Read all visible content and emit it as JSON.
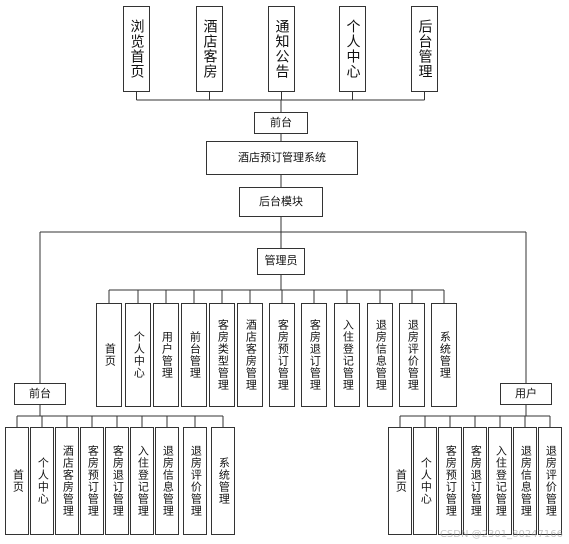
{
  "diagram": {
    "top_modules": [
      "浏览首页",
      "酒店客房",
      "通知公告",
      "个人中心",
      "后台管理"
    ],
    "front_label": "前台",
    "system_title": "酒店预订管理系统",
    "backend_label": "后台模块",
    "admin_label": "管理员",
    "admin_modules": [
      "首页",
      "个人中心",
      "用户管理",
      "前台管理",
      "客房类型管理",
      "酒店客房管理",
      "客房预订管理",
      "客房退订管理",
      "入住登记管理",
      "退房信息管理",
      "退房评价管理",
      "系统管理"
    ],
    "front_desk_label": "前台",
    "front_desk_modules": [
      "首页",
      "个人中心",
      "酒店客房管理",
      "客房预订管理",
      "客房退订管理",
      "入住登记管理",
      "退房信息管理",
      "退房评价管理",
      "系统管理"
    ],
    "user_label": "用户",
    "user_modules": [
      "首页",
      "个人中心",
      "客房预订管理",
      "客房退订管理",
      "入住登记管理",
      "退房信息管理",
      "退房评价管理"
    ]
  },
  "watermark": "CSDN @2301_80247166",
  "colors": {
    "line": "#333333",
    "box_border": "#333333",
    "text": "#111111"
  }
}
